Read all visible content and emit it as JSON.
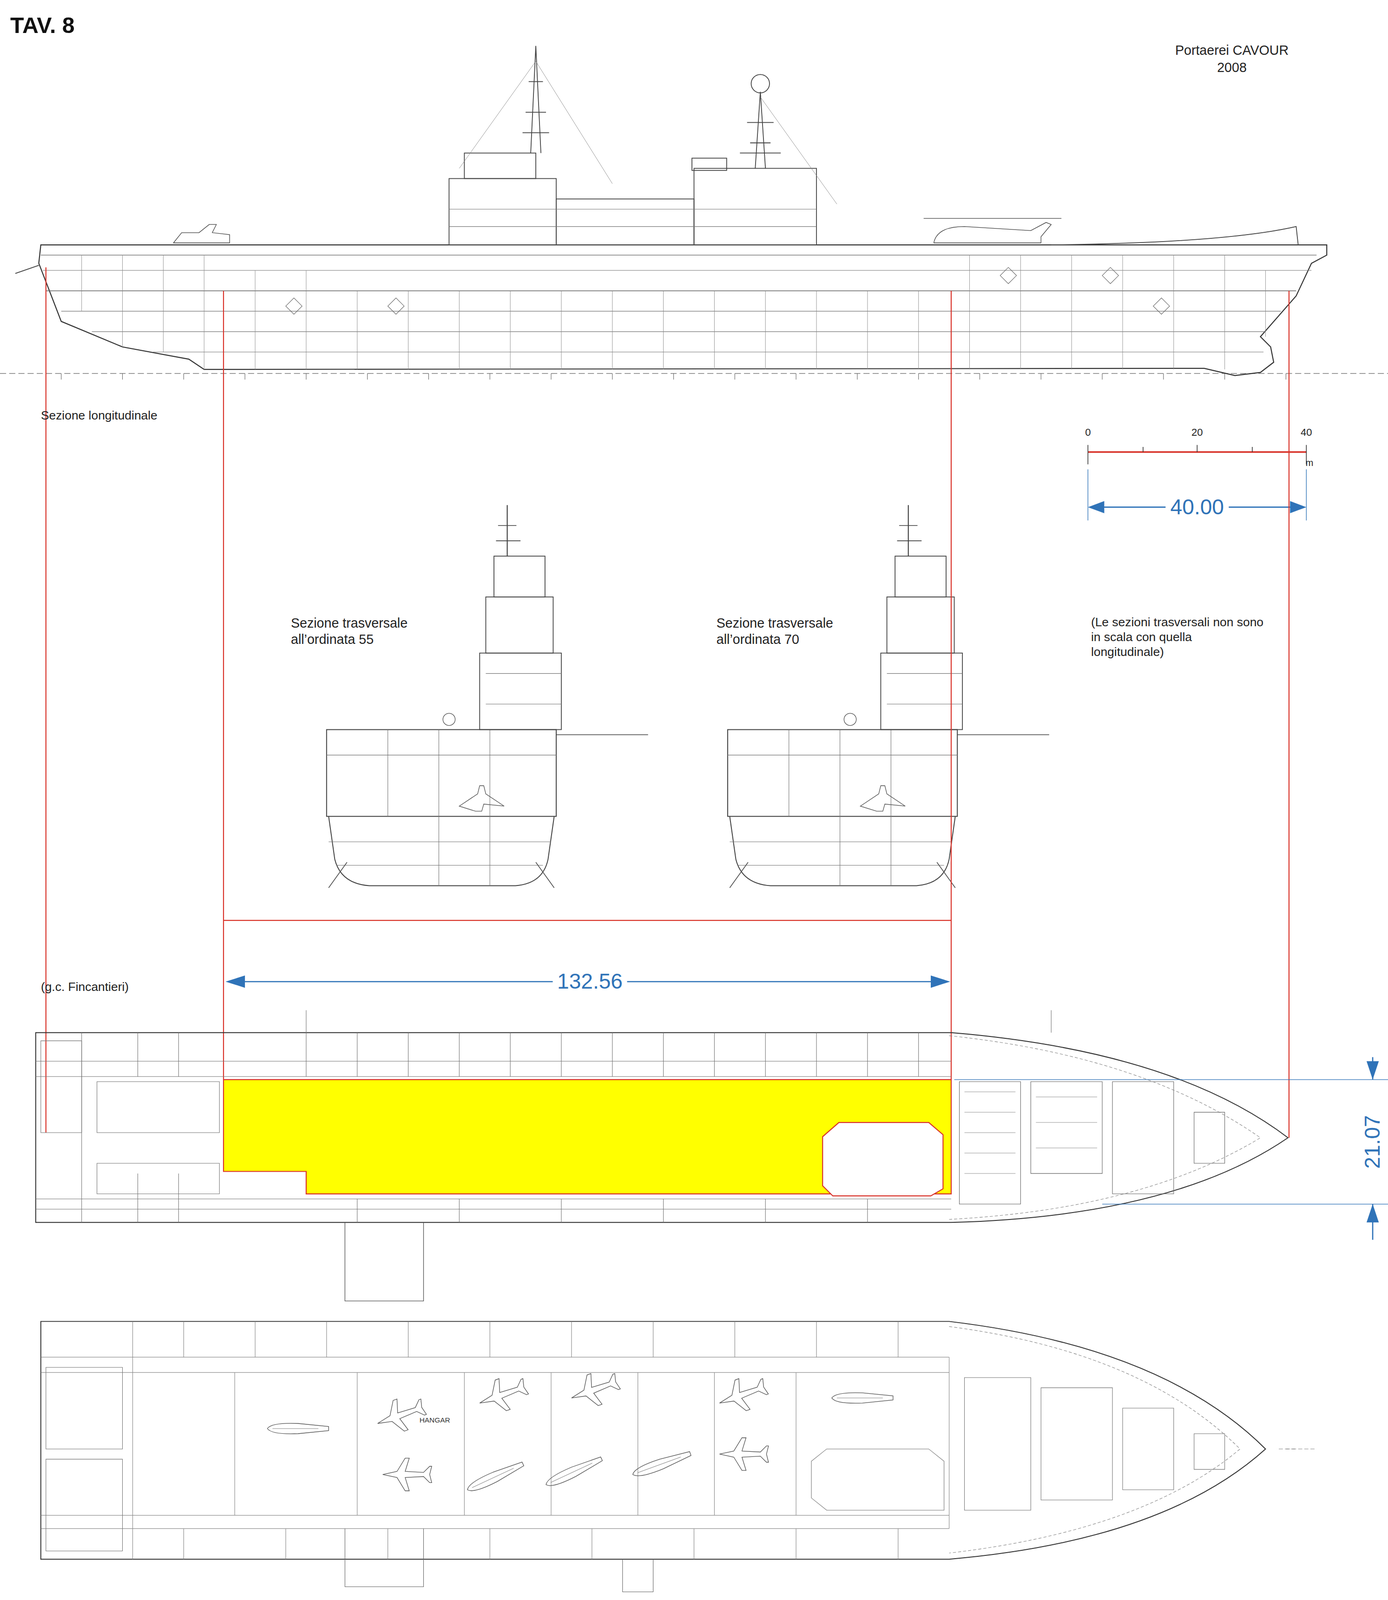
{
  "diagram": {
    "title": "TAV. 8",
    "labels": [
      "Portaerei CAVOUR",
      "2008",
      "Sezione longitudinale",
      "0",
      "20",
      "40",
      "m",
      "40.00",
      "Sezione trasversale all’ordinata 55",
      "Sezione trasversale all’ordinata 70",
      "(Le sezioni trasversali non sono in scala con quella longitudinale)",
      "(g.c. Fincantieri)",
      "132.56",
      "21.07",
      "HANGAR"
    ]
  }
}
